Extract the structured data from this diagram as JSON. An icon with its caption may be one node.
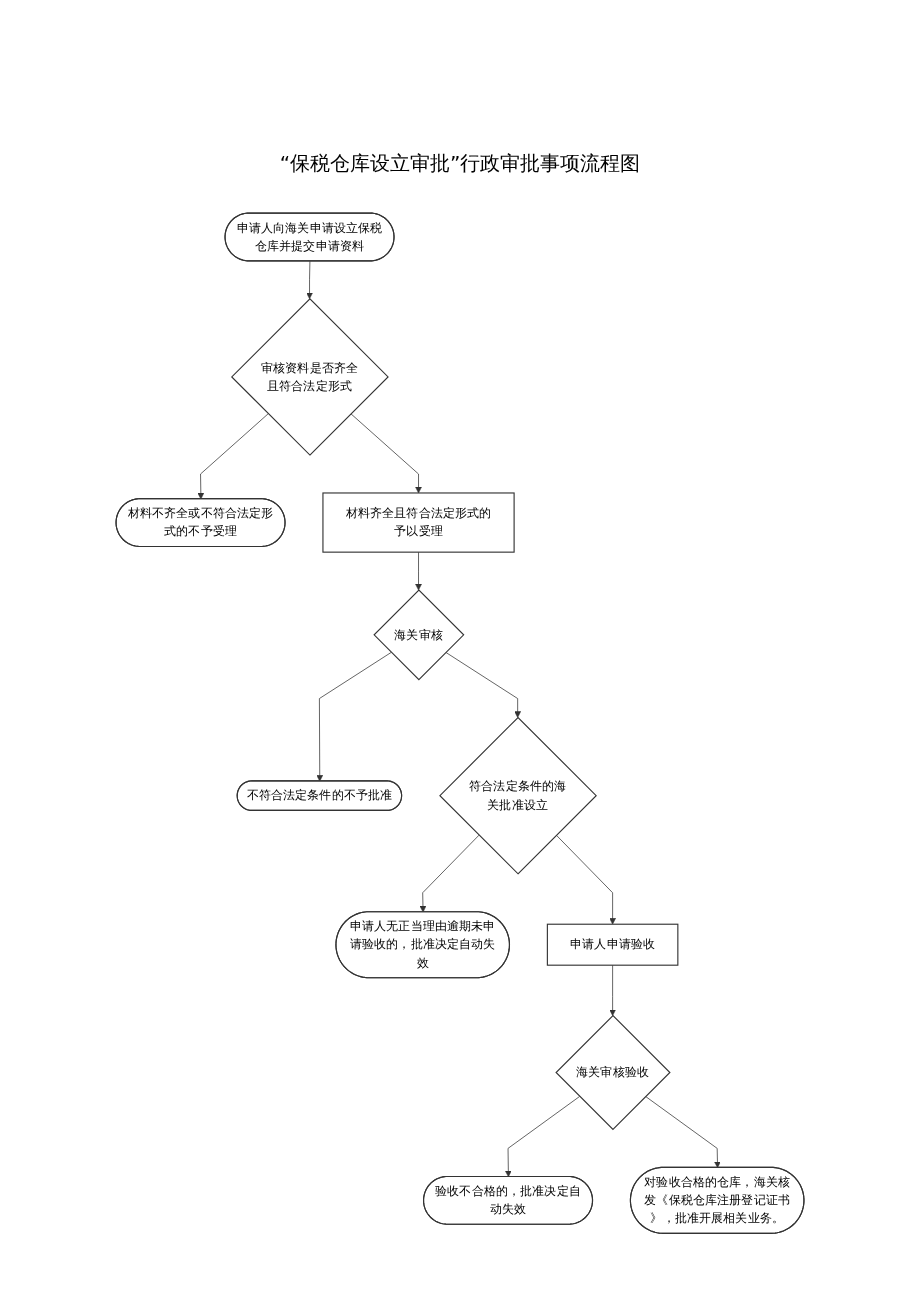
{
  "diagram": {
    "title": "“保税仓库设立审批”行政审批事项流程图",
    "nodes": [
      {
        "text": [
          "申请人向海关申请设立保税仓库并提交申请资料"
        ]
      },
      {
        "text": [
          "审核资料是否齐全且符合法定形式"
        ]
      },
      {
        "text": [
          "材料不齐全或不符合法定形式的不予受理"
        ]
      },
      {
        "text": [
          "材料齐全且符合法定形式的予以受理"
        ]
      },
      {
        "text": [
          "海关审核"
        ]
      },
      {
        "text": [
          "不符合法定条件的不予批准"
        ]
      },
      {
        "text": [
          "符合法定条件的海关批准设立"
        ]
      },
      {
        "text": [
          "申请人无正当理由逾期未申请验收的，批准决定自动失效"
        ]
      },
      {
        "text": [
          "申请人申请验收"
        ]
      },
      {
        "text": [
          "海关审核验收"
        ]
      },
      {
        "text": [
          "验收不合格的，批准决定自动失效"
        ]
      },
      {
        "text": [
          "对验收合格的仓库，海关核发《保税仓库注册登记证书》，批准开展相关业务。"
        ]
      }
    ],
    "edges": [
      {
        "from": 0,
        "to": 1,
        "arrow": "to"
      },
      {
        "from": 1,
        "to": 2,
        "arrow": "to"
      },
      {
        "from": 1,
        "to": 3,
        "arrow": "to"
      },
      {
        "from": 3,
        "to": 4,
        "arrow": "to"
      },
      {
        "from": 4,
        "to": 5,
        "arrow": "to"
      },
      {
        "from": 4,
        "to": 6,
        "arrow": "to"
      },
      {
        "from": 6,
        "to": 7,
        "arrow": "to"
      },
      {
        "from": 6,
        "to": 8,
        "arrow": "to"
      },
      {
        "from": 8,
        "to": 9,
        "arrow": "to"
      },
      {
        "from": 9,
        "to": 10,
        "arrow": "to"
      },
      {
        "from": 9,
        "to": 11,
        "arrow": "to"
      }
    ]
  }
}
